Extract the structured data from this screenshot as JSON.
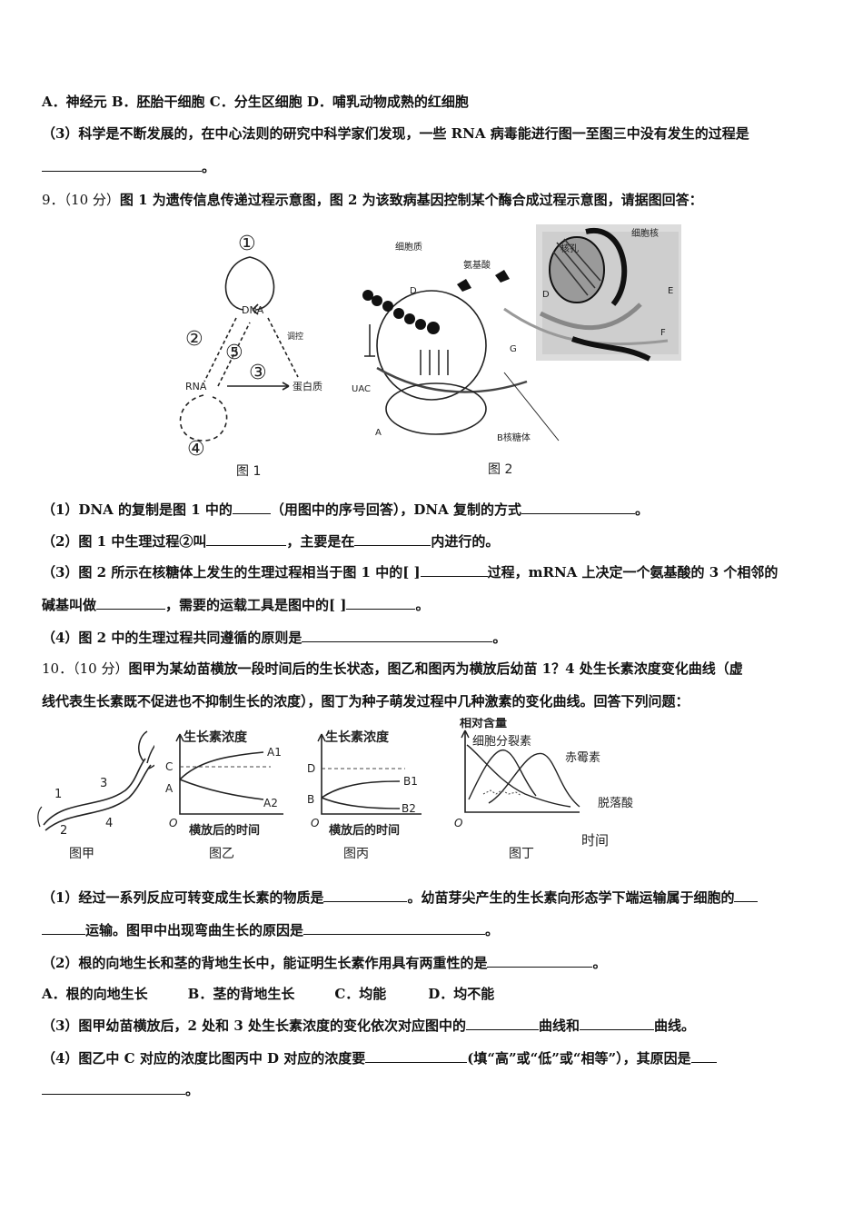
{
  "q8": {
    "options_line": "A．神经元   B．胚胎干细胞    C．分生区细胞    D．哺乳动物成熟的红细胞",
    "sub3_text": "（3）科学是不断发展的，在中心法则的研究中科学家们发现，一些 RNA 病毒能进行图一至图三中没有发生的过程是",
    "sub3_end": "。"
  },
  "q9": {
    "number": "9．（10 分）",
    "stem": "图 1 为遗传信息传递过程示意图，图 2 为该致病基因控制某个酶合成过程示意图，请据图回答：",
    "fig1": {
      "circles": [
        "①",
        "②",
        "⑤",
        "③",
        "④"
      ],
      "dna": "DNA",
      "rna": "RNA",
      "protein": "蛋白质",
      "label_side": "调控",
      "caption": "图 1"
    },
    "fig2": {
      "cytoplasm": "细胞质",
      "amino_acid": "氨基酸",
      "nucleus": "细胞核",
      "nuclear_pore": "核孔",
      "d": "D",
      "d2": "D",
      "e": "E",
      "f": "F",
      "g": "G",
      "uac": "UAC",
      "a": "A",
      "ribosome": "B核糖体",
      "caption": "图 2"
    },
    "s1": [
      "（1）DNA 的复制是图 1 中的",
      "（用图中的序号回答），DNA 复制的方式",
      "。"
    ],
    "s2": [
      "（2）图 1 中生理过程②叫",
      "，主要是在",
      "内进行的。"
    ],
    "s3a": [
      "（3）图 2 所示在核糖体上发生的生理过程相当于图 1 中的[  ]",
      "过程，mRNA 上决定一个氨基酸的 3 个相邻的"
    ],
    "s3b": [
      "碱基叫做",
      "，需要的运载工具是图中的[   ]",
      "。"
    ],
    "s4": [
      "（4）图 2 中的生理过程共同遵循的原则是",
      "。"
    ]
  },
  "q10": {
    "number": "10．（10 分）",
    "stem_a": "图甲为某幼苗横放一段时间后的生长状态，图乙和图丙为横放后幼苗 1？4 处生长素浓度变化曲线（虚",
    "stem_b": "线代表生长素既不促进也不抑制生长的浓度），图丁为种子萌发过程中几种激素的变化曲线。回答下列问题：",
    "jia": {
      "n1": "1",
      "n2": "2",
      "n3": "3",
      "n4": "4",
      "caption": "图甲"
    },
    "yi": {
      "ylabel": "生长素浓度",
      "c": "C",
      "a": "A",
      "a1": "A1",
      "a2": "A2",
      "o": "O",
      "xlabel": "横放后的时间",
      "caption": "图乙"
    },
    "bing": {
      "ylabel": "生长素浓度",
      "d": "D",
      "b": "B",
      "b1": "B1",
      "b2": "B2",
      "o": "O",
      "xlabel": "横放后的时间",
      "caption": "图丙"
    },
    "ding": {
      "ylabel": "相对含量",
      "s1": "细胞分裂素",
      "s2": "赤霉素",
      "s3": "脱落酸",
      "o": "O",
      "xlabel": "时间",
      "caption": "图丁"
    },
    "s1a": [
      "（1）经过一系列反应可转变成生长素的物质是",
      "。幼苗芽尖产生的生长素向形态学下端运输属于细胞的"
    ],
    "s1b": [
      "运输。图甲中出现弯曲生长的原因是",
      "。"
    ],
    "s2": [
      "（2）根的向地生长和茎的背地生长中，能证明生长素作用具有两重性的是",
      "。"
    ],
    "opts": [
      "A．根的向地生长",
      "B．茎的背地生长",
      "C．均能",
      "D．均不能"
    ],
    "s3": [
      "（3）图甲幼苗横放后，2 处和 3 处生长素浓度的变化依次对应图中的",
      "曲线和",
      "曲线。"
    ],
    "s4": [
      "（4）图乙中 C 对应的浓度比图丙中 D 对应的浓度要",
      "(填“高”或“低”或“相等”），其原因是"
    ],
    "s4_end": "。"
  }
}
